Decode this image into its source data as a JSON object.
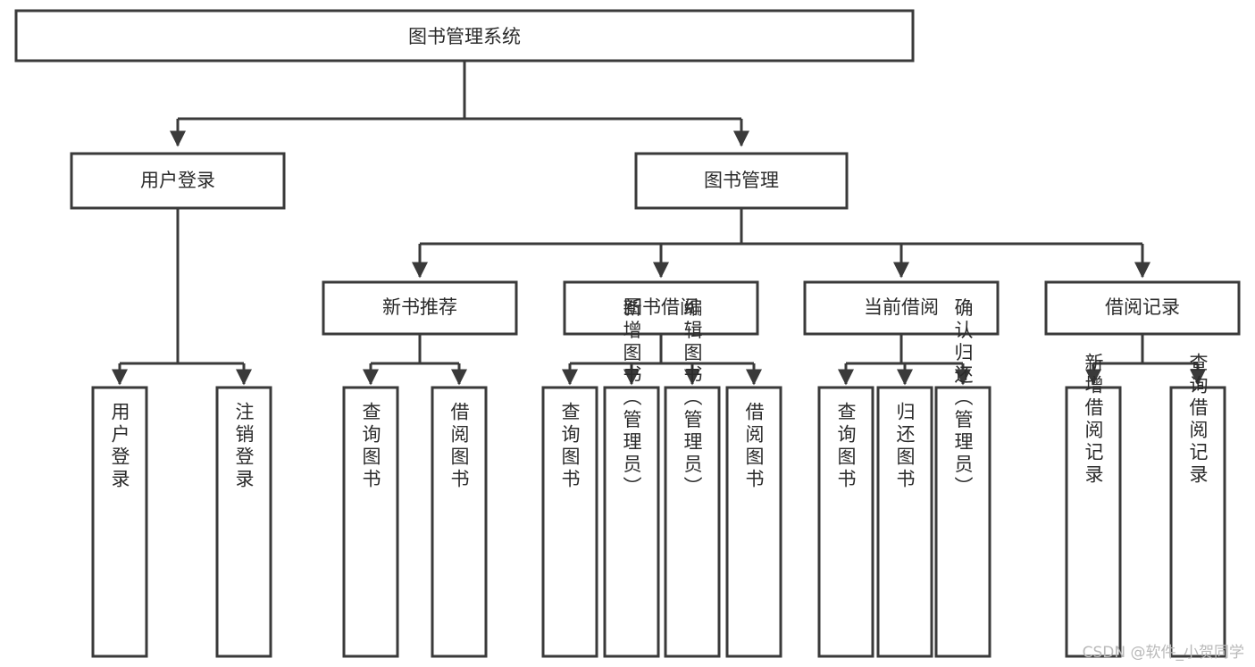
{
  "diagram": {
    "type": "tree-hierarchy-chart",
    "title": "图书管理系统",
    "watermark": "CSDN @软件_小贺同学",
    "colors": {
      "stroke": "#3a3a3a",
      "fill": "#ffffff",
      "text": "#2b2b2b",
      "background": "#ffffff",
      "watermark": "#b9b9b9"
    },
    "levels": [
      {
        "level": 1,
        "nodes": [
          {
            "id": "root",
            "label": "图书管理系统",
            "orientation": "horizontal"
          }
        ]
      },
      {
        "level": 2,
        "nodes": [
          {
            "id": "login",
            "label": "用户登录",
            "orientation": "horizontal",
            "parent": "root"
          },
          {
            "id": "bookmgmt",
            "label": "图书管理",
            "orientation": "horizontal",
            "parent": "root"
          }
        ]
      },
      {
        "level": 3,
        "nodes": [
          {
            "id": "newbook",
            "label": "新书推荐",
            "orientation": "horizontal",
            "parent": "bookmgmt"
          },
          {
            "id": "borrow",
            "label": "图书借阅",
            "orientation": "horizontal",
            "parent": "bookmgmt"
          },
          {
            "id": "current",
            "label": "当前借阅",
            "orientation": "horizontal",
            "parent": "bookmgmt"
          },
          {
            "id": "record",
            "label": "借阅记录",
            "orientation": "horizontal",
            "parent": "bookmgmt"
          }
        ]
      },
      {
        "level": 4,
        "nodes": [
          {
            "id": "leaf-1",
            "label": "用户登录",
            "orientation": "vertical",
            "parent": "login"
          },
          {
            "id": "leaf-2",
            "label": "注销登录",
            "orientation": "vertical",
            "parent": "login"
          },
          {
            "id": "leaf-3",
            "label": "查询图书",
            "orientation": "vertical",
            "parent": "newbook"
          },
          {
            "id": "leaf-4",
            "label": "借阅图书",
            "orientation": "vertical",
            "parent": "newbook"
          },
          {
            "id": "leaf-5",
            "label": "查询图书",
            "orientation": "vertical",
            "parent": "borrow"
          },
          {
            "id": "leaf-6",
            "label": "新增图书（管理员）",
            "orientation": "vertical",
            "parent": "borrow"
          },
          {
            "id": "leaf-7",
            "label": "编辑图书（管理员）",
            "orientation": "vertical",
            "parent": "borrow"
          },
          {
            "id": "leaf-8",
            "label": "借阅图书",
            "orientation": "vertical",
            "parent": "borrow"
          },
          {
            "id": "leaf-9",
            "label": "查询图书",
            "orientation": "vertical",
            "parent": "current"
          },
          {
            "id": "leaf-10",
            "label": "归还图书",
            "orientation": "vertical",
            "parent": "current"
          },
          {
            "id": "leaf-11",
            "label": "确认归还（管理员）",
            "orientation": "vertical",
            "parent": "current"
          },
          {
            "id": "leaf-12",
            "label": "新增借阅记录",
            "orientation": "vertical",
            "parent": "record"
          },
          {
            "id": "leaf-13",
            "label": "查询借阅记录",
            "orientation": "vertical",
            "parent": "record"
          }
        ]
      }
    ]
  }
}
